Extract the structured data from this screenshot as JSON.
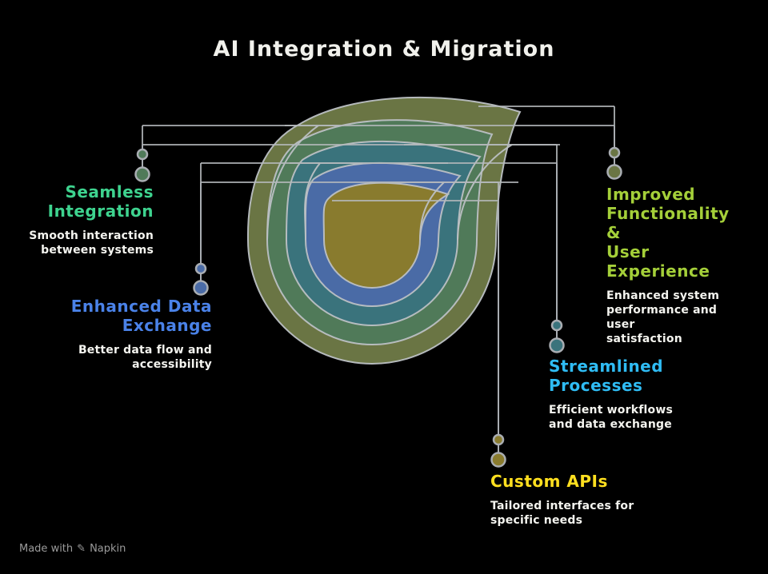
{
  "title": "AI Integration & Migration",
  "nodes": [
    {
      "label": "Seamless Integration",
      "title_text": "Seamless\nIntegration",
      "description": "Smooth interaction\nbetween systems",
      "text_color": "#3ed38f",
      "ring_color": "#507a59",
      "side": "left"
    },
    {
      "label": "Enhanced Data Exchange",
      "title_text": "Enhanced Data\nExchange",
      "description": "Better data flow and\naccessibility",
      "text_color": "#4a82e8",
      "ring_color": "#4a6ba6",
      "side": "left"
    },
    {
      "label": "Improved Functionality & User Experience",
      "title_text": "Improved\nFunctionality &\nUser\nExperience",
      "description": "Enhanced system\nperformance and user\nsatisfaction",
      "text_color": "#a4cf39",
      "ring_color": "#6a7544",
      "side": "right"
    },
    {
      "label": "Streamlined Processes",
      "title_text": "Streamlined\nProcesses",
      "description": "Efficient workflows\nand data exchange",
      "text_color": "#2fbcf4",
      "ring_color": "#3a737c",
      "side": "right"
    },
    {
      "label": "Custom APIs",
      "title_text": "Custom APIs",
      "description": "Tailored interfaces for\nspecific needs",
      "text_color": "#ffdf1f",
      "ring_color": "#897b2e",
      "side": "right"
    }
  ],
  "colors": {
    "background": "#000000",
    "outline_stroke": "#bcc0c4",
    "connector_stroke": "#a9adb2",
    "title_text": "#f1f1ec",
    "subtitle_text": "#f4f4ef",
    "footer_text": "#9b9b9b",
    "ring_olive": "#6a7544",
    "ring_green": "#507a59",
    "ring_teal": "#3a737c",
    "ring_blue": "#4a6ba6",
    "ring_mustard": "#897b2e"
  },
  "footer": {
    "made_with": "Made with",
    "brand": "Napkin",
    "pen_icon_glyph": "✎"
  }
}
